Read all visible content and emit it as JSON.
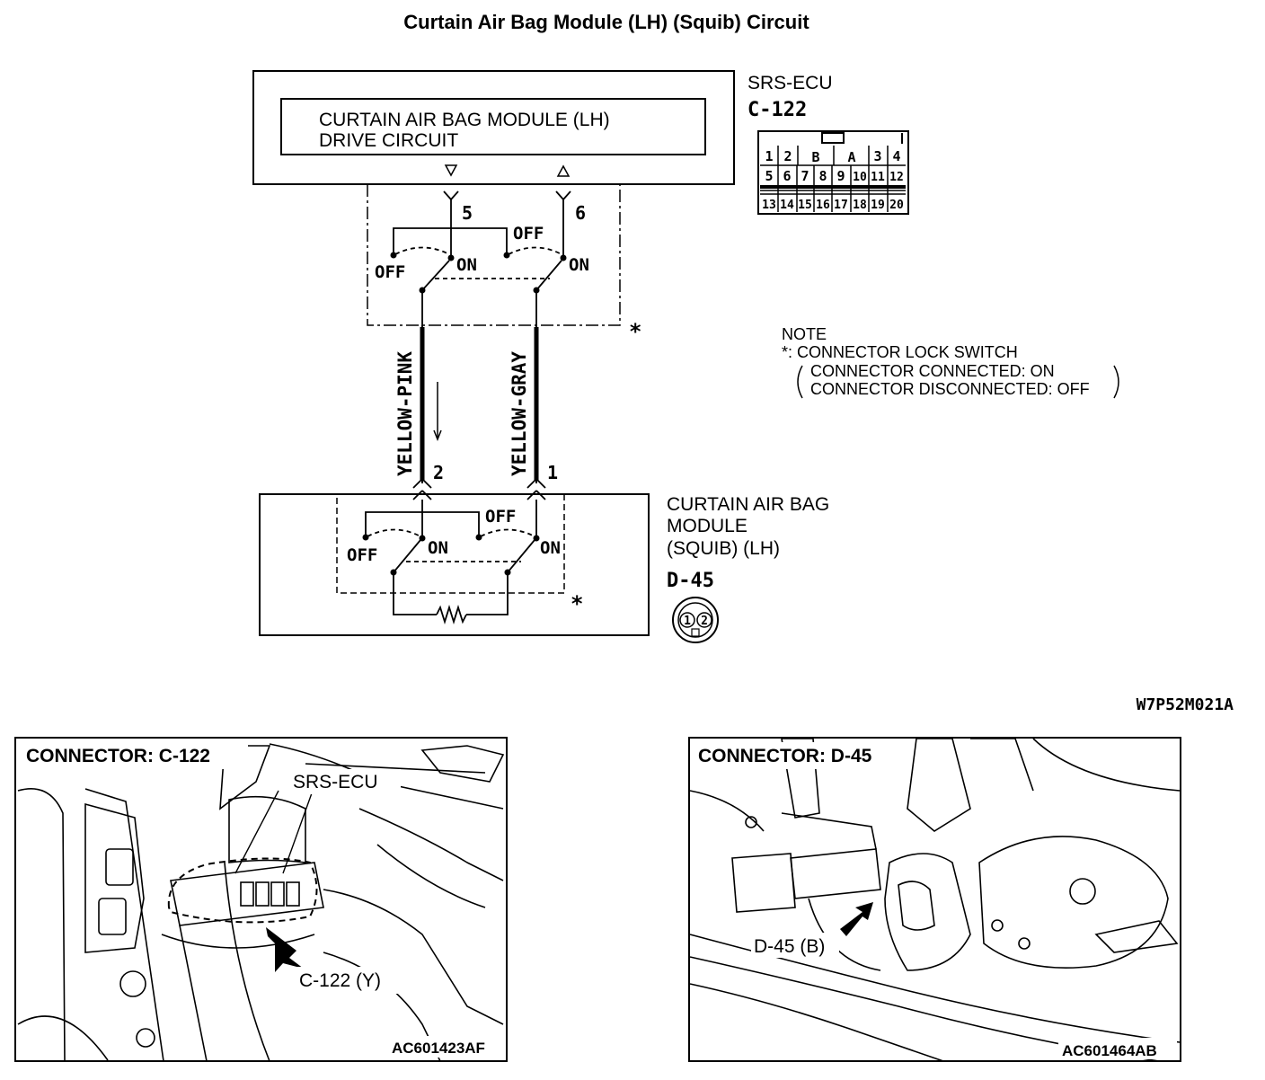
{
  "title": "Curtain Air Bag Module (LH) (Squib) Circuit",
  "ecu": {
    "name": "SRS-ECU",
    "connector": "C-122",
    "drive_circuit_line1": "CURTAIN AIR BAG MODULE (LH)",
    "drive_circuit_line2": "DRIVE CIRCUIT",
    "pins_top": [
      "1",
      "2",
      "B",
      "A",
      "3",
      "4"
    ],
    "pins_mid": [
      "5",
      "6",
      "7",
      "8",
      "9",
      "10",
      "11",
      "12"
    ],
    "pins_bot": [
      "13",
      "14",
      "15",
      "16",
      "17",
      "18",
      "19",
      "20"
    ]
  },
  "terminals": {
    "ecu_left": "5",
    "ecu_right": "6",
    "mod_left": "2",
    "mod_right": "1"
  },
  "switch_labels": {
    "off": "OFF",
    "on": "ON",
    "star": "*"
  },
  "wires": {
    "left": "YELLOW-PINK",
    "right": "YELLOW-GRAY"
  },
  "module": {
    "line1": "CURTAIN AIR BAG",
    "line2": "MODULE",
    "line3": "(SQUIB) (LH)",
    "connector": "D-45",
    "pin1": "1",
    "pin2": "2"
  },
  "note": {
    "heading": "NOTE",
    "star_line": "*: CONNECTOR LOCK SWITCH",
    "line_connected": "CONNECTOR CONNECTED: ON",
    "line_disconnected": "CONNECTOR DISCONNECTED: OFF"
  },
  "diagram_code": "W7P52M021A",
  "photo_left": {
    "header": "CONNECTOR: C-122",
    "label_ecu": "SRS-ECU",
    "label_conn": "C-122 (Y)",
    "code": "AC601423AF"
  },
  "photo_right": {
    "header": "CONNECTOR: D-45",
    "label_conn": "D-45 (B)",
    "code": "AC601464AB"
  }
}
